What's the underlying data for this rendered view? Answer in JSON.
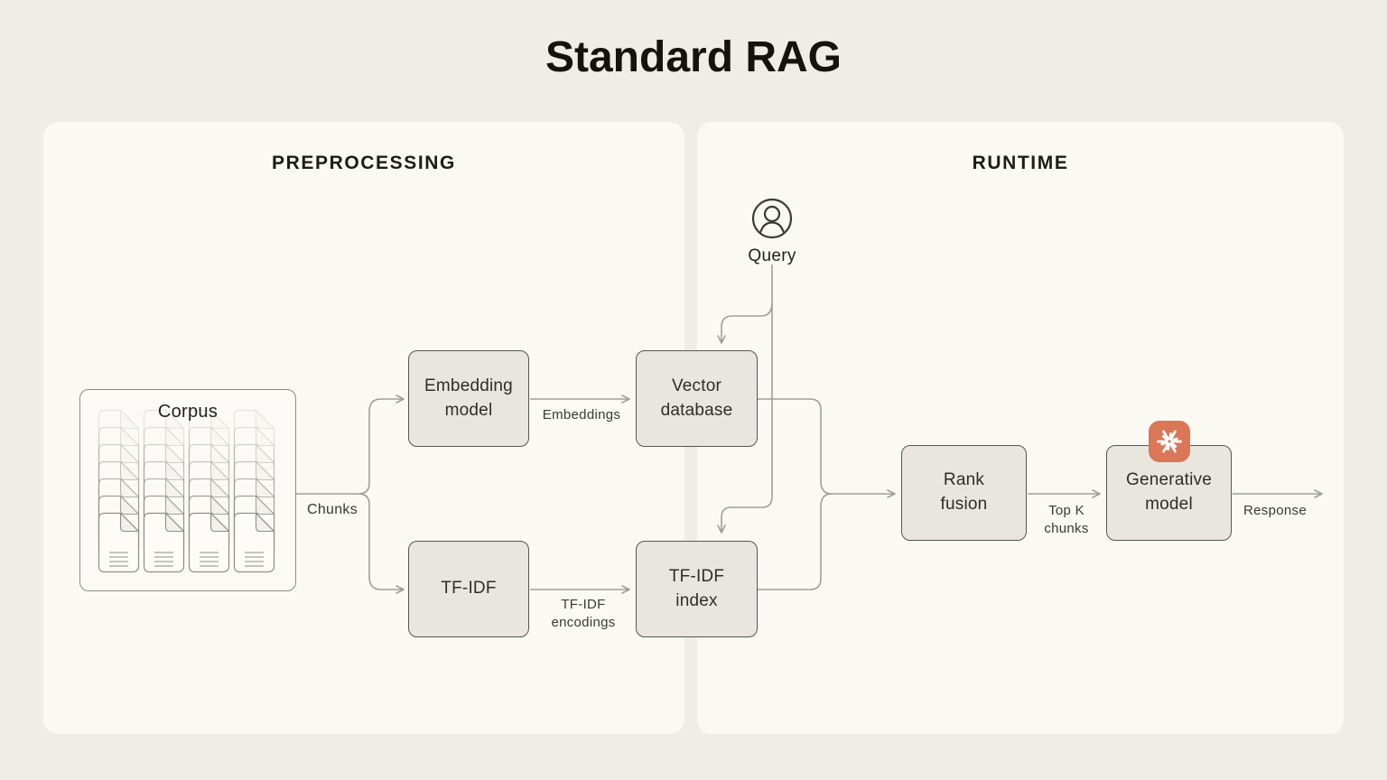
{
  "title": "Standard RAG",
  "panels": {
    "preprocessing": {
      "label": "PREPROCESSING"
    },
    "runtime": {
      "label": "RUNTIME"
    }
  },
  "nodes": {
    "corpus": {
      "label": "Corpus"
    },
    "embedding_model": {
      "label": "Embedding model"
    },
    "tfidf": {
      "label": "TF-IDF"
    },
    "vector_database": {
      "label": "Vector database"
    },
    "tfidf_index": {
      "label": "TF-IDF index"
    },
    "rank_fusion": {
      "label": "Rank fusion"
    },
    "generative_model": {
      "label": "Generative model"
    },
    "query": {
      "label": "Query"
    }
  },
  "edge_labels": {
    "chunks": "Chunks",
    "embeddings": "Embeddings",
    "tfidf_encodings": "TF-IDF encodings",
    "top_k_chunks": "Top K chunks",
    "response": "Response"
  },
  "icons": {
    "query": "user-circle-icon",
    "generative_model_badge": "claude-spark-icon",
    "corpus": "document-stack-icons"
  },
  "colors": {
    "canvas_bg": "#eeede7",
    "panel_bg": "#faf9f4",
    "node_fill": "#e8e6df",
    "node_border": "#57564f",
    "connector": "#a09f96",
    "accent_orange": "#D97757",
    "text": "#23221f"
  }
}
